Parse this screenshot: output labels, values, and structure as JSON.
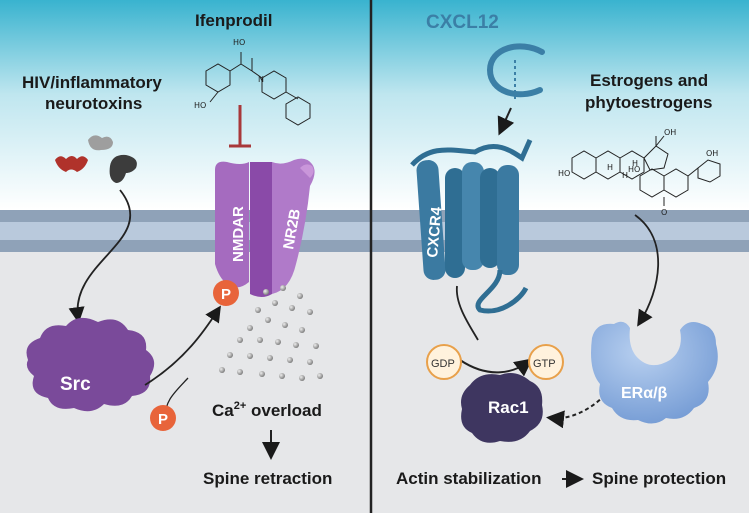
{
  "left_panel": {
    "drug_label": "Ifenprodil",
    "neurotoxin_label_line1": "HIV/inflammatory",
    "neurotoxin_label_line2": "neurotoxins",
    "receptor_label": "NMDAR",
    "subunit_label": "NR2B",
    "kinase_label": "Src",
    "phospho_label": "P",
    "calcium_label_prefix": "Ca",
    "calcium_label_sup": "2+",
    "calcium_label_suffix": " overload",
    "outcome_label": "Spine retraction",
    "ifenprodil_atoms": {
      "oh_top": "HO",
      "n": "N",
      "ho_ring": "HO"
    }
  },
  "right_panel": {
    "chemokine_label": "CXCL12",
    "hormone_label_line1": "Estrogens and",
    "hormone_label_line2": "phytoestrogens",
    "receptor_label": "CXCR4",
    "gdp_label": "GDP",
    "gtp_label": "GTP",
    "gtpase_label": "Rac1",
    "er_label": "ERα/β",
    "actin_label": "Actin stabilization",
    "outcome_label": "Spine protection",
    "estradiol_atoms": {
      "oh": "OH",
      "h1": "H",
      "h2": "H",
      "h3": "H",
      "ho": "HO"
    },
    "isoflavone_atoms": {
      "ho": "HO",
      "oh": "OH",
      "o": "O"
    }
  },
  "colors": {
    "sky_top": "#3bb5d0",
    "membrane": "#a7b9cf",
    "membrane_line": "#8a9bb0",
    "cytoplasm": "#e6e7e9",
    "nmdar": "#9b5fb3",
    "src": "#7a4a9a",
    "phospho": "#e8643a",
    "cxcr4": "#2f6e93",
    "rac1": "#3e3660",
    "er": "#8fb3e0",
    "inhibitor": "#a8383a"
  }
}
